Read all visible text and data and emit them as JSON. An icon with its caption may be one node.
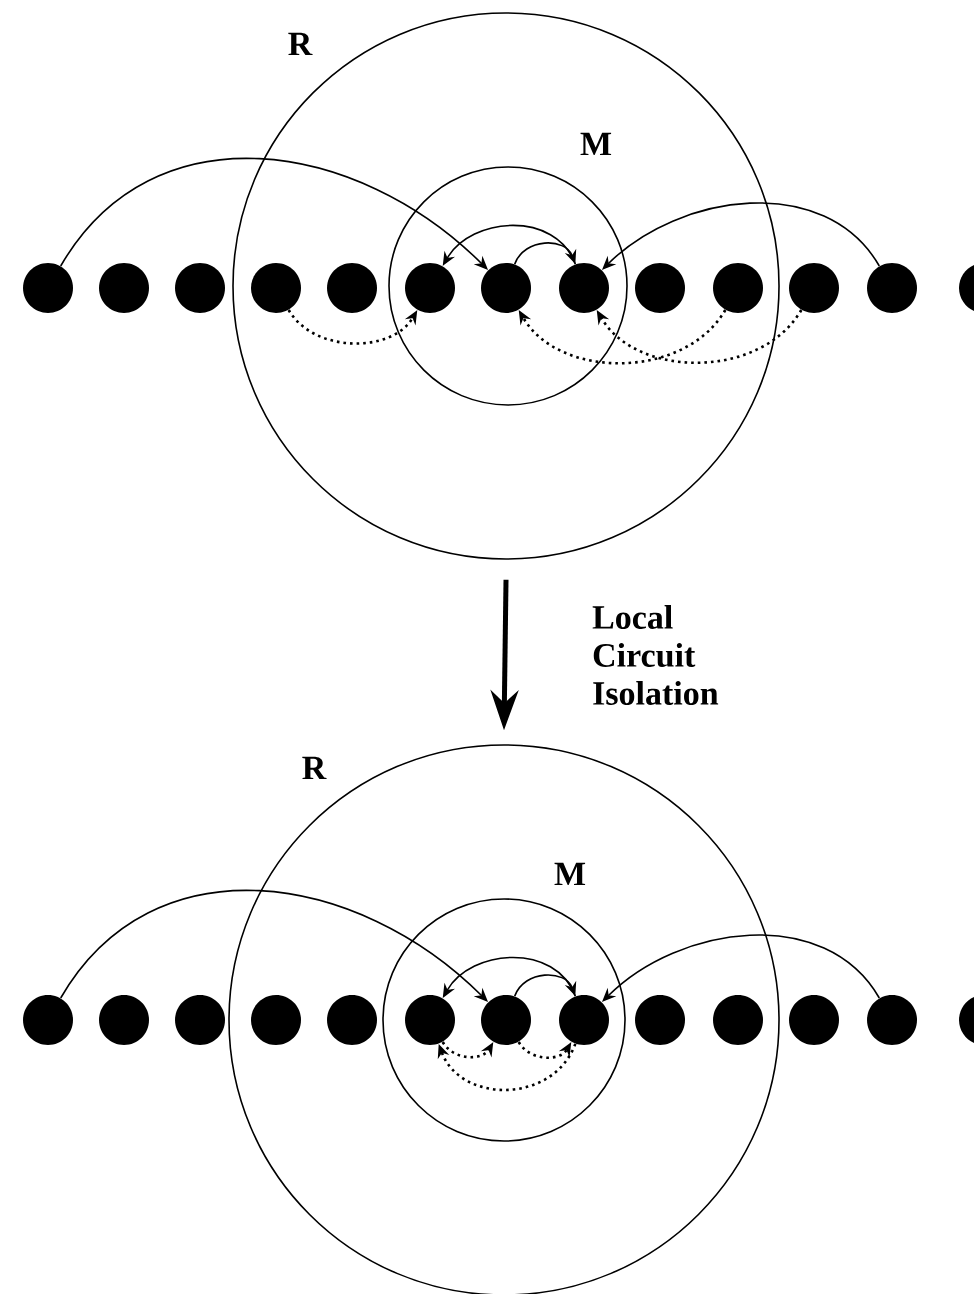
{
  "diagram": {
    "nodes": [
      {
        "text": [
          "R"
        ]
      },
      {
        "text": [
          "M"
        ],
        "in": 0
      },
      {
        "text": [],
        "shape": "circle"
      },
      {
        "text": [],
        "shape": "circle"
      },
      {
        "text": [],
        "shape": "circle"
      },
      {
        "text": [],
        "shape": "circle",
        "in": 0
      },
      {
        "text": [],
        "shape": "circle",
        "in": 0
      },
      {
        "text": [],
        "shape": "circle",
        "in": 1
      },
      {
        "text": [],
        "shape": "circle",
        "in": 1
      },
      {
        "text": [],
        "shape": "circle",
        "in": 1
      },
      {
        "text": [],
        "shape": "circle",
        "in": 0
      },
      {
        "text": [],
        "shape": "circle",
        "in": 0
      },
      {
        "text": [],
        "shape": "circle"
      },
      {
        "text": [],
        "shape": "circle"
      },
      {
        "text": [],
        "shape": "circle"
      },
      {
        "text": [
          "R"
        ]
      },
      {
        "text": [
          "M"
        ],
        "in": 15
      },
      {
        "text": [],
        "shape": "circle"
      },
      {
        "text": [],
        "shape": "circle"
      },
      {
        "text": [],
        "shape": "circle"
      },
      {
        "text": [],
        "shape": "circle",
        "in": 15
      },
      {
        "text": [],
        "shape": "circle",
        "in": 15
      },
      {
        "text": [],
        "shape": "circle",
        "in": 16
      },
      {
        "text": [],
        "shape": "circle",
        "in": 16
      },
      {
        "text": [],
        "shape": "circle",
        "in": 16
      },
      {
        "text": [],
        "shape": "circle",
        "in": 15
      },
      {
        "text": [],
        "shape": "circle",
        "in": 15
      },
      {
        "text": [],
        "shape": "circle"
      },
      {
        "text": [],
        "shape": "circle"
      },
      {
        "text": [],
        "shape": "circle"
      }
    ],
    "edges": [
      {
        "from": 2,
        "to": 8,
        "arrow": "to"
      },
      {
        "from": 9,
        "to": 7,
        "arrow": "to"
      },
      {
        "from": 8,
        "to": 9,
        "arrow": "to"
      },
      {
        "from": 13,
        "to": 9,
        "arrow": "to"
      },
      {
        "from": 5,
        "to": 7,
        "arrow": "to",
        "style": "dashed"
      },
      {
        "from": 11,
        "to": 8,
        "arrow": "to",
        "style": "dashed"
      },
      {
        "from": 12,
        "to": 9,
        "arrow": "to",
        "style": "dashed"
      },
      {
        "from": 0,
        "to": 15,
        "arrow": "to",
        "style": "thick",
        "label": "Local Circuit Isolation"
      },
      {
        "from": 17,
        "to": 23,
        "arrow": "to"
      },
      {
        "from": 24,
        "to": 22,
        "arrow": "to"
      },
      {
        "from": 23,
        "to": 24,
        "arrow": "to"
      },
      {
        "from": 28,
        "to": 24,
        "arrow": "to"
      },
      {
        "from": 24,
        "to": 22,
        "arrow": "to",
        "style": "dashed"
      },
      {
        "from": 22,
        "to": 23,
        "arrow": "to",
        "style": "dashed"
      },
      {
        "from": 23,
        "to": 24,
        "arrow": "to",
        "style": "dashed"
      }
    ]
  }
}
